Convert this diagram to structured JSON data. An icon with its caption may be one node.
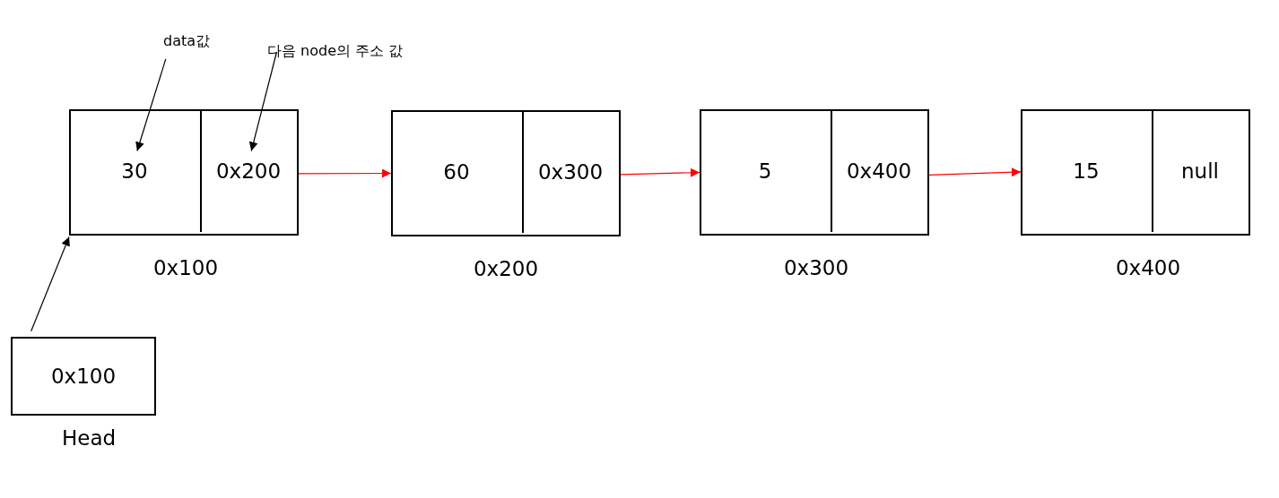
{
  "diagram": {
    "nodes": [
      {
        "text": [],
        "shape": "box",
        "beside": [
          "0x100"
        ]
      },
      {
        "text": [
          "30"
        ],
        "in": 0
      },
      {
        "text": [
          "0x200"
        ],
        "in": 0
      },
      {
        "text": [],
        "shape": "box",
        "beside": [
          "0x200"
        ]
      },
      {
        "text": [
          "60"
        ],
        "in": 3
      },
      {
        "text": [
          "0x300"
        ],
        "in": 3
      },
      {
        "text": [],
        "shape": "box",
        "beside": [
          "0x300"
        ]
      },
      {
        "text": [
          "5"
        ],
        "in": 6
      },
      {
        "text": [
          "0x400"
        ],
        "in": 6
      },
      {
        "text": [],
        "shape": "box",
        "beside": [
          "0x400"
        ]
      },
      {
        "text": [
          "15"
        ],
        "in": 9
      },
      {
        "text": [
          "null"
        ],
        "in": 9
      },
      {
        "text": [
          "0x100"
        ],
        "beside": [
          "Head"
        ]
      },
      {
        "text": [
          "data값"
        ]
      },
      {
        "text": [
          "다음 node의 주소 값"
        ]
      }
    ],
    "edges": [
      {
        "from": 2,
        "to": 3,
        "arrow": "to",
        "color": "#ff0000"
      },
      {
        "from": 5,
        "to": 6,
        "arrow": "to",
        "color": "#ff0000"
      },
      {
        "from": 8,
        "to": 9,
        "arrow": "to",
        "color": "#ff0000"
      },
      {
        "from": 12,
        "to": 0,
        "arrow": "to",
        "color": "#000000"
      },
      {
        "from": 13,
        "to": 1,
        "arrow": "to",
        "color": "#000000"
      },
      {
        "from": 14,
        "to": 2,
        "arrow": "to",
        "color": "#000000"
      }
    ]
  }
}
